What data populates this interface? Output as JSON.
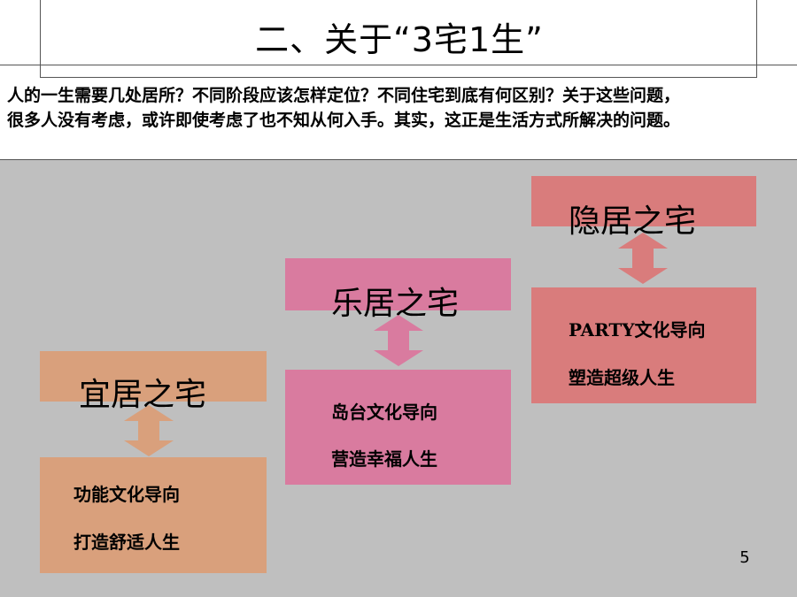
{
  "title": "二、关于“3宅1生”",
  "intro": {
    "line1": "人的一生需要几处居所？不同阶段应该怎样定位？不同住宅到底有何区别？关于这些问题，",
    "line2": "很多人没有考虑，或许即使考虑了也不知从何入手。其实，这正是生活方式所解决的问题。"
  },
  "stages": {
    "yiju": {
      "heading": "宜居之宅",
      "items": [
        "功能文化导向",
        "打造舒适人生"
      ]
    },
    "leju": {
      "heading": "乐居之宅",
      "items": [
        "岛台文化导向",
        "营造幸福人生"
      ]
    },
    "yinju": {
      "heading": "隐居之宅",
      "items": [
        "PARTY文化导向",
        "塑造超级人生"
      ]
    }
  },
  "colors": {
    "yiju": "#d9a07c",
    "leju": "#d97b9f",
    "yinju": "#d97c7c",
    "background": "#bfbfbf"
  },
  "page_number": "5"
}
